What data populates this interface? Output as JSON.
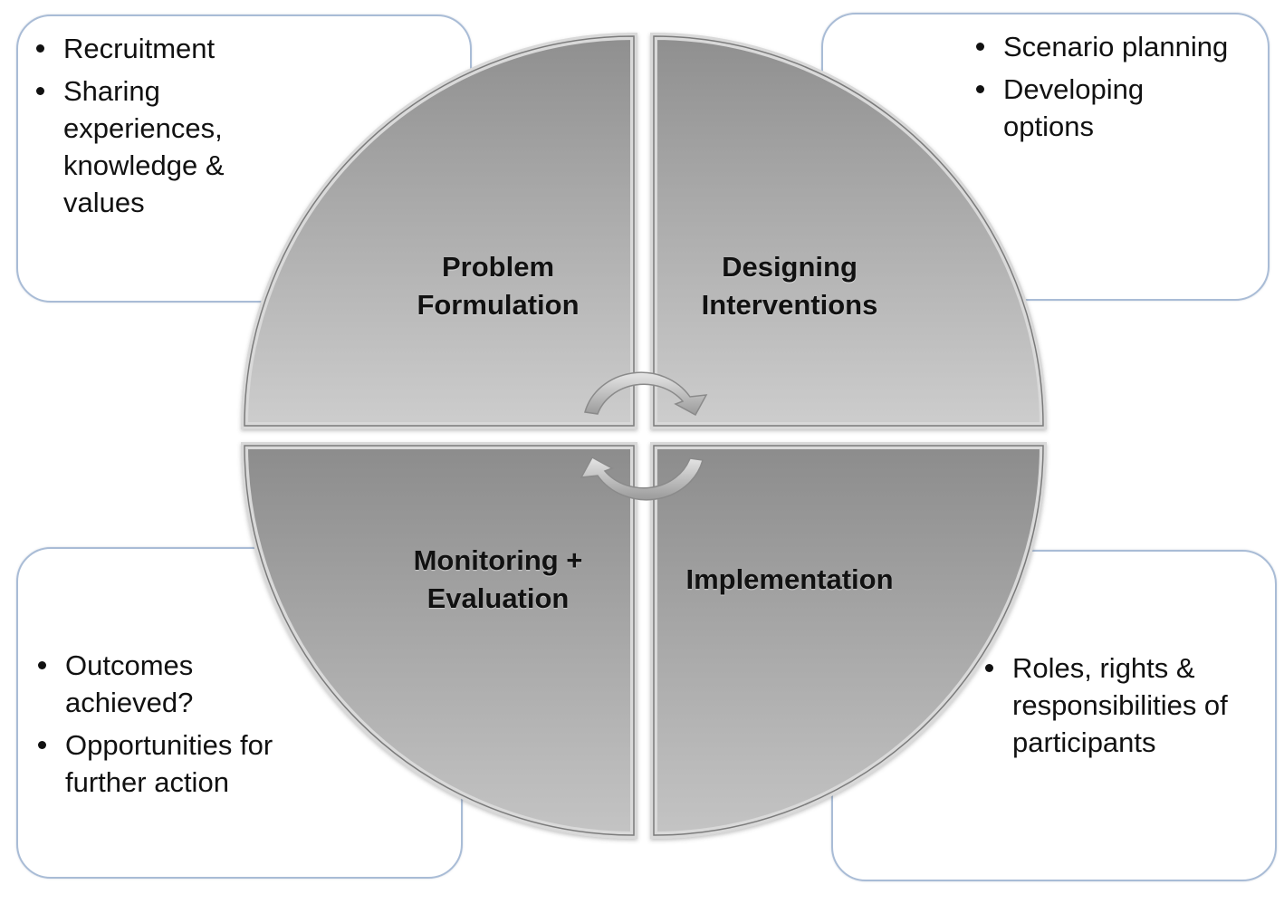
{
  "quadrants": {
    "top_left": {
      "title": [
        "Problem",
        "Formulation"
      ],
      "bullets": [
        "Recruitment",
        "Sharing experiences, knowledge & values"
      ]
    },
    "top_right": {
      "title": [
        "Designing",
        "Interventions"
      ],
      "bullets": [
        "Scenario planning",
        "Developing options"
      ]
    },
    "bottom_right": {
      "title": [
        "Implementation"
      ],
      "bullets": [
        "Roles, rights & responsibilities of participants"
      ]
    },
    "bottom_left": {
      "title": [
        "Monitoring +",
        "Evaluation"
      ],
      "bullets": [
        "Outcomes achieved?",
        "Opportunities for further action"
      ]
    }
  },
  "colors": {
    "box_border": "#a9bcd6",
    "wedge_light": "#c9c9c9",
    "wedge_dark": "#8e8e8e",
    "text": "#111111"
  },
  "icons": [
    "cycle-arrow-clockwise-icon",
    "cycle-arrow-counterclockwise-icon"
  ]
}
